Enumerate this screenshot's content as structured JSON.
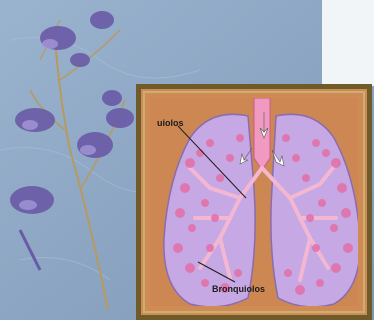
{
  "diagram": {
    "labels": {
      "top_left": "uiolos",
      "bottom": "Bronquiolos"
    }
  },
  "colors": {
    "background": "#8fa9c6",
    "frame": "#6f5a2a",
    "panel": "#cd8753",
    "lung": "#c6a8e4",
    "alveoli": "#e36fa8",
    "trachea": "#f09ac2"
  },
  "decoration": {
    "plant": "delphinium-flowers"
  }
}
